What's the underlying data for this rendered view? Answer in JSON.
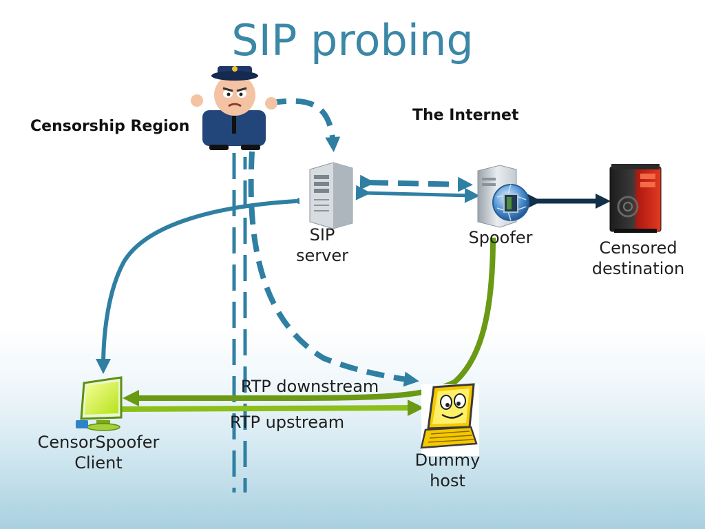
{
  "title": "SIP probing",
  "regions": {
    "censorship": "Censorship Region",
    "internet": "The Internet"
  },
  "nodes": {
    "sip_server": "SIP\nserver",
    "spoofer": "Spoofer",
    "censored_destination": "Censored\ndestination",
    "client": "CensorSpoofer\nClient",
    "dummy_host": "Dummy\nhost"
  },
  "links": {
    "rtp_downstream": "RTP downstream",
    "rtp_upstream": "RTP upstream"
  },
  "colors": {
    "title": "#3b87a6",
    "sip_arrow": "#2f7fa3",
    "rtp_arrow": "#6a9a14",
    "censored_link": "#11304a"
  },
  "icons": {
    "censor": "police-officer-icon",
    "sip_server": "server-tower-icon",
    "spoofer": "spoofer-server-globe-icon",
    "censored_destination": "red-server-icon",
    "client": "monitor-icon",
    "dummy_host": "laptop-face-icon"
  }
}
